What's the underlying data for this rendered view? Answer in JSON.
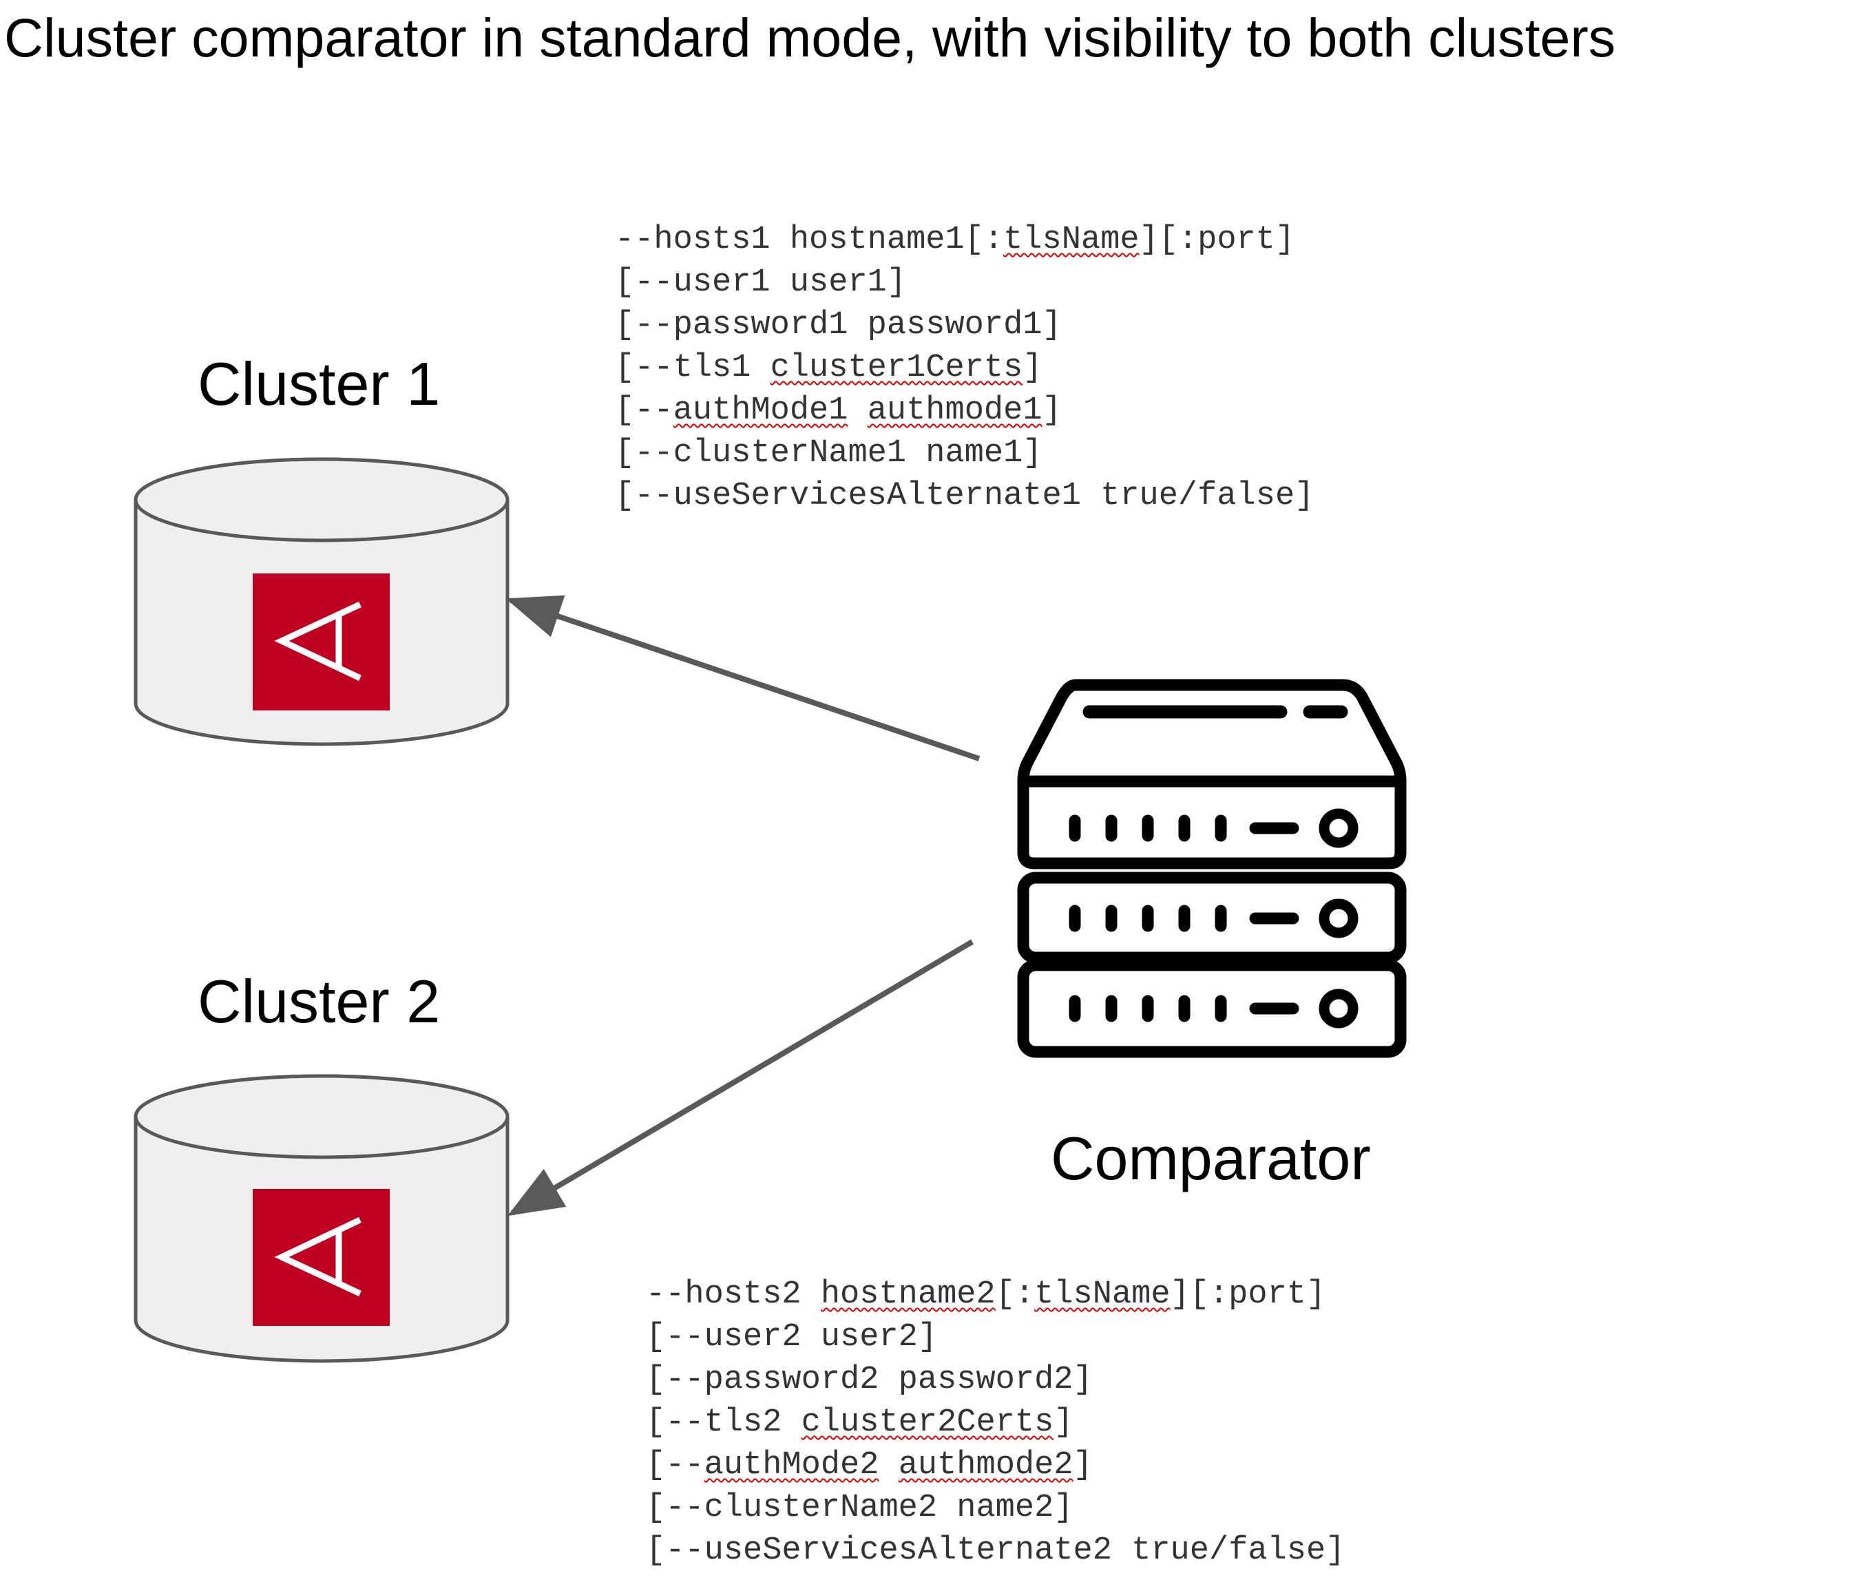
{
  "diagram": {
    "title": "Cluster comparator in standard mode, with visibility to both clusters",
    "cluster1": {
      "label": "Cluster 1",
      "icon": "aerospike-logo-icon"
    },
    "cluster2": {
      "label": "Cluster 2",
      "icon": "aerospike-logo-icon"
    },
    "comparator": {
      "label": "Comparator",
      "icon": "server-icon"
    },
    "colors": {
      "logo_red": "#c00023",
      "cylinder_fill": "#efefef",
      "cylinder_stroke": "#595959",
      "arrow": "#595959",
      "spellcheck": "#d00000"
    },
    "cluster1_options": [
      [
        "--hosts1 hostname1[:",
        {
          "t": "tlsName",
          "sq": true
        },
        "][:port]"
      ],
      [
        "[--user1 user1]"
      ],
      [
        "[--password1 password1]"
      ],
      [
        "[--tls1 ",
        {
          "t": "cluster1Certs",
          "sq": true
        },
        "]"
      ],
      [
        "[--",
        {
          "t": "authMode1",
          "sq": true
        },
        " ",
        {
          "t": "authmode1",
          "sq": true
        },
        "]"
      ],
      [
        "[--clusterName1 name1]"
      ],
      [
        "[--useServicesAlternate1 true/false]"
      ]
    ],
    "cluster2_options": [
      [
        "--hosts2 ",
        {
          "t": "hostname2",
          "sq": true
        },
        "[:",
        {
          "t": "tlsName",
          "sq": true
        },
        "][:port]"
      ],
      [
        "[--user2 user2]"
      ],
      [
        "[--password2 password2]"
      ],
      [
        "[--tls2 ",
        {
          "t": "cluster2Certs",
          "sq": true
        },
        "]"
      ],
      [
        "[--",
        {
          "t": "authMode2",
          "sq": true
        },
        " ",
        {
          "t": "authmode2",
          "sq": true
        },
        "]"
      ],
      [
        "[--clusterName2 name2]"
      ],
      [
        "[--useServicesAlternate2 true/false]"
      ]
    ]
  }
}
